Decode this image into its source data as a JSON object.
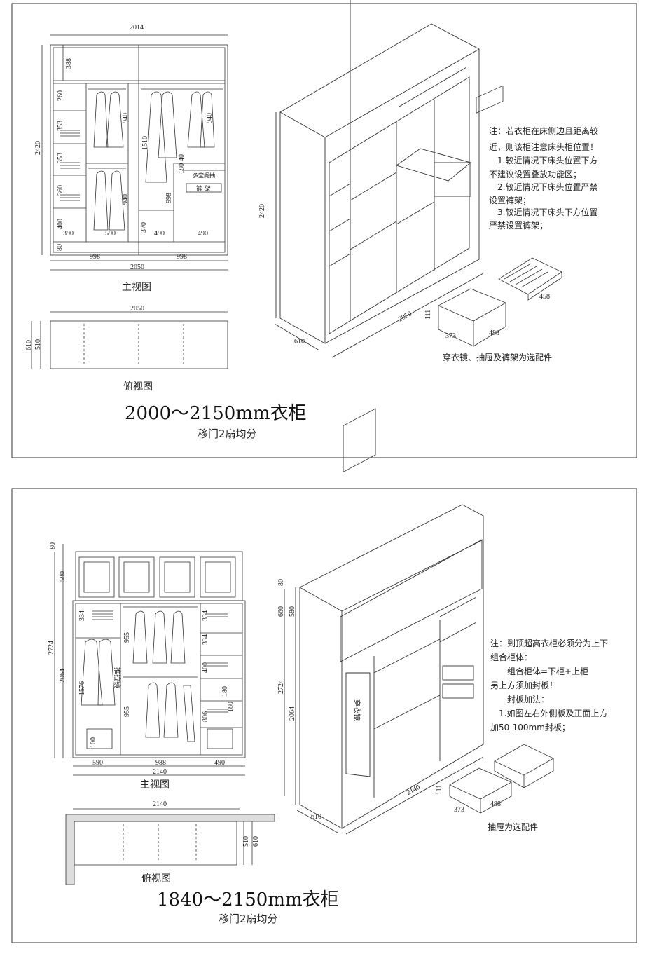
{
  "panel1": {
    "title": "2000～2150mm衣柜",
    "subtitle": "移门2扇均分",
    "front_label": "主视图",
    "top_label": "俯视图",
    "optional_note": "穿衣镜、抽屉及裤架为选配件",
    "note_lines": [
      "注：若衣柜在床侧边且距离较",
      "近，则该柜注意床头柜位置！",
      "　1.较近情况下床头位置下方",
      "不建议设置叠放功能区；",
      "　2.较近情况下床头位置严禁",
      "设置裤架；",
      "　3.较近情况下床头下方位置",
      "严禁设置裤架；"
    ],
    "front_dims": {
      "top_width": "2014",
      "total_width": "2050",
      "half_left": "998",
      "half_right": "998",
      "height": "2420",
      "top_box": "388",
      "s1": "260",
      "s2": "353",
      "s3": "353",
      "s4": "360",
      "s5": "400",
      "base": "80",
      "hang1": "940",
      "hang2": "940",
      "hang_mid": "1510",
      "hang_right": "940",
      "w390": "390",
      "w590": "590",
      "w370": "370",
      "w490a": "490",
      "w490b": "490",
      "h998": "998",
      "h180": "180",
      "h40": "40",
      "drawer_tag": "多宝阁抽",
      "pants_tag": "裤 架"
    },
    "top_dims": {
      "width": "2050",
      "depth_outer": "610",
      "depth_inner": "510"
    },
    "iso_dims": {
      "height": "2420",
      "width": "2050",
      "depth": "610"
    },
    "drawer_dims": {
      "h": "111",
      "d": "373",
      "w": "488",
      "rack": "458"
    }
  },
  "panel2": {
    "title": "1840～2150mm衣柜",
    "subtitle": "移门2扇均分",
    "front_label": "主视图",
    "top_label": "俯视图",
    "optional_note": "抽屉为选配件",
    "mirror_label": "推拉镜",
    "mirror_iso_label": "穿衣镜",
    "note_lines": [
      "注：到顶超高衣柜必须分为上下",
      "组合柜体：",
      "　　组合柜体=下柜+上柜",
      "另上方须加封板！",
      "　　封板加法：",
      "　1.如图左右外侧板及正面上方",
      "加50-100mm封板；"
    ],
    "front_dims": {
      "top": "80",
      "upper": "580",
      "total": "2724",
      "lower": "2064",
      "r334a": "334",
      "r334b": "334",
      "r334c": "334",
      "r400": "400",
      "r955a": "955",
      "r955b": "955",
      "r1576": "1576",
      "r806": "806",
      "r180a": "180",
      "r180b": "180",
      "r100": "100",
      "w590": "590",
      "w988": "988",
      "w490": "490",
      "total_width": "2140"
    },
    "top_dims": {
      "width": "2140",
      "depth_inner": "510",
      "depth_outer": "610"
    },
    "iso_dims": {
      "d80": "80",
      "d660": "660",
      "d580": "580",
      "total": "2724",
      "lower": "2064",
      "width": "2140",
      "depth": "610"
    },
    "drawer_dims": {
      "h": "111",
      "d": "373",
      "w": "488"
    }
  }
}
